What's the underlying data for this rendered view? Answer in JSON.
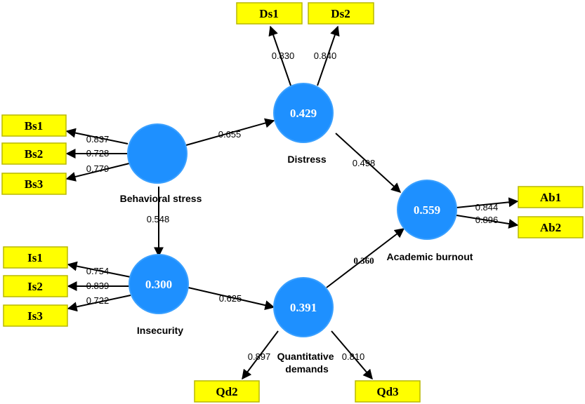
{
  "colors": {
    "latent_fill": "#1E90FF",
    "latent_stroke": "#3aa0ff",
    "indicator_fill": "#FFFF00",
    "indicator_stroke": "#B8B800",
    "arrow": "#000000"
  },
  "latents": [
    {
      "id": "bs",
      "name": "Behavioral stress",
      "r2": ""
    },
    {
      "id": "di",
      "name": "Distress",
      "r2": "0.429"
    },
    {
      "id": "in",
      "name": "Insecurity",
      "r2": "0.300"
    },
    {
      "id": "qd",
      "name": "Quantitative demands",
      "r2": "0.391"
    },
    {
      "id": "ab",
      "name": "Academic burnout",
      "r2": "0.559"
    }
  ],
  "indicators": [
    {
      "id": "Ds1",
      "label": "Ds1",
      "loading": "0.830"
    },
    {
      "id": "Ds2",
      "label": "Ds2",
      "loading": "0.840"
    },
    {
      "id": "Bs1",
      "label": "Bs1",
      "loading": "0.837"
    },
    {
      "id": "Bs2",
      "label": "Bs2",
      "loading": "0.728"
    },
    {
      "id": "Bs3",
      "label": "Bs3",
      "loading": "0.779"
    },
    {
      "id": "Is1",
      "label": "Is1",
      "loading": "0.754"
    },
    {
      "id": "Is2",
      "label": "Is2",
      "loading": "0.839"
    },
    {
      "id": "Is3",
      "label": "Is3",
      "loading": "0.722"
    },
    {
      "id": "Qd2",
      "label": "Qd2",
      "loading": "0.897"
    },
    {
      "id": "Qd3",
      "label": "Qd3",
      "loading": "0.810"
    },
    {
      "id": "Ab1",
      "label": "Ab1",
      "loading": "0.844"
    },
    {
      "id": "Ab2",
      "label": "Ab2",
      "loading": "0.896"
    }
  ],
  "paths": [
    {
      "id": "bs-di",
      "coef": "0.655"
    },
    {
      "id": "di-ab",
      "coef": "0.498"
    },
    {
      "id": "bs-in",
      "coef": "0.548"
    },
    {
      "id": "in-qd",
      "coef": "0.625"
    },
    {
      "id": "qd-ab",
      "coef": "0.360"
    }
  ]
}
